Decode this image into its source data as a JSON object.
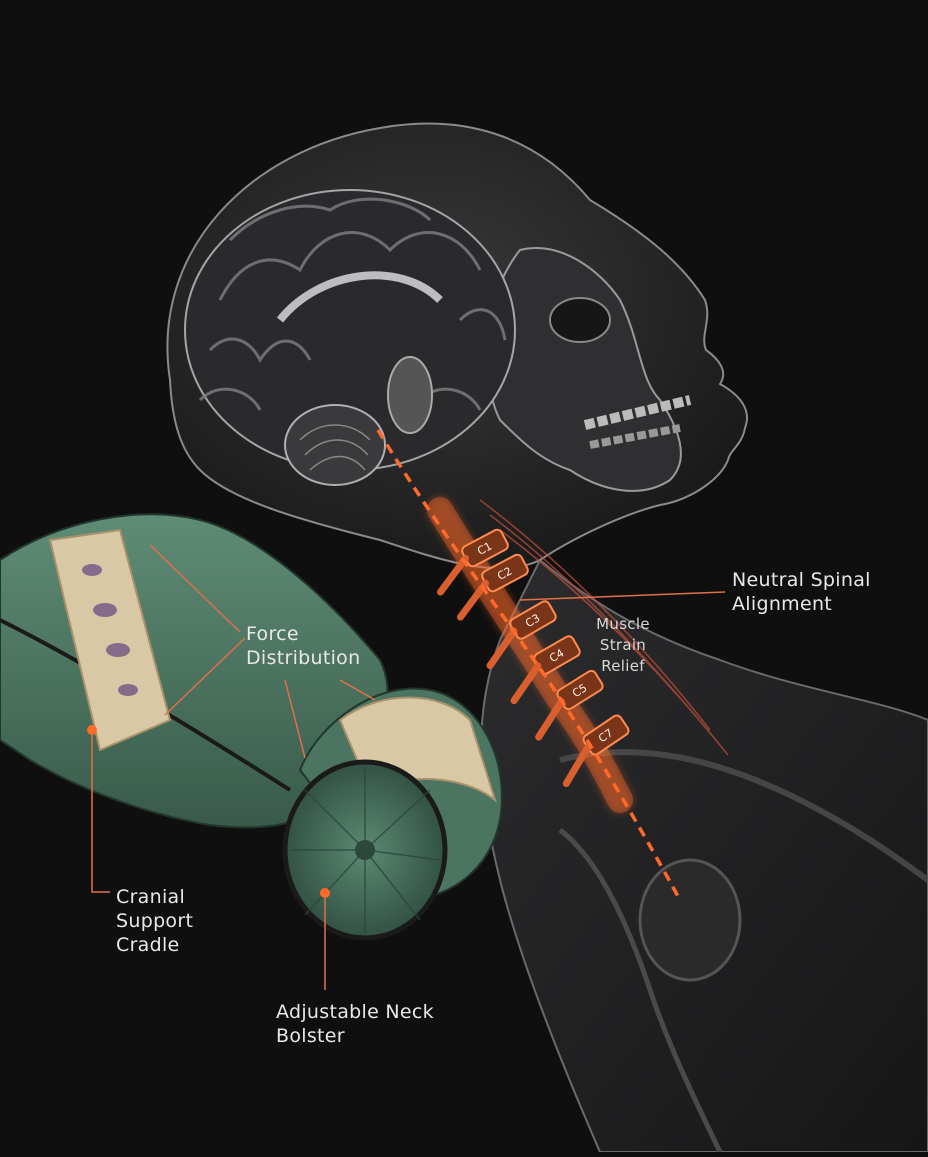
{
  "labels": {
    "neutral_spinal_alignment": [
      "Neutral Spinal",
      "Alignment"
    ],
    "muscle_strain_relief": [
      "Muscle",
      "Strain",
      "Relief"
    ],
    "force_distribution": [
      "Force",
      "Distribution"
    ],
    "cranial_support_cradle": [
      "Cranial",
      "Support",
      "Cradle"
    ],
    "adjustable_neck_bolster": [
      "Adjustable Neck",
      "Bolster"
    ]
  },
  "vertebrae": [
    "C1",
    "C2",
    "C3",
    "C4",
    "C5",
    "C7"
  ],
  "colors": {
    "background": "#0f0f10",
    "accent": "#ff6a2b",
    "pillow_green": "#4f7a66",
    "band_cream": "#d9c8a6",
    "band_purple": "#7b5a86"
  }
}
